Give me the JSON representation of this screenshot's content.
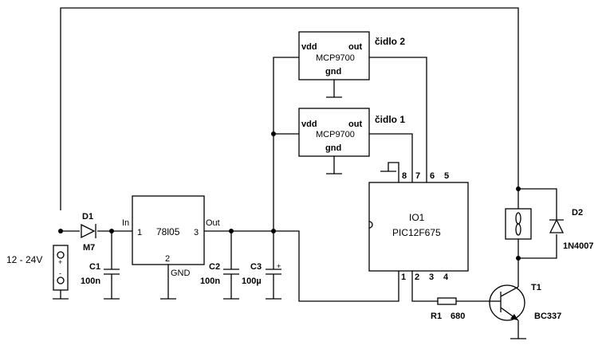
{
  "supply": {
    "label": "12 - 24V",
    "plus": "+",
    "minus": "-"
  },
  "d1": {
    "ref": "D1",
    "value": "M7"
  },
  "c1": {
    "ref": "C1",
    "value": "100n"
  },
  "regulator": {
    "name": "78l05",
    "in_label": "In",
    "out_label": "Out",
    "gnd_label": "GND",
    "pin_in": "1",
    "pin_gnd": "2",
    "pin_out": "3"
  },
  "c2": {
    "ref": "C2",
    "value": "100n"
  },
  "c3": {
    "ref": "C3",
    "value": "100µ",
    "plus": "+"
  },
  "sensor2": {
    "vdd": "vdd",
    "out": "out",
    "gnd": "gnd",
    "part": "MCP9700",
    "label": "čidlo 2"
  },
  "sensor1": {
    "vdd": "vdd",
    "out": "out",
    "gnd": "gnd",
    "part": "MCP9700",
    "label": "čidlo 1"
  },
  "mcu": {
    "ref": "IO1",
    "part": "PIC12F675",
    "pins_top": [
      "8",
      "7",
      "6",
      "5"
    ],
    "pins_bottom": [
      "1",
      "2",
      "3",
      "4"
    ]
  },
  "d2": {
    "ref": "D2",
    "value": "1N4007"
  },
  "t1": {
    "ref": "T1",
    "value": "BC337"
  },
  "r1": {
    "ref": "R1",
    "value": "680"
  }
}
